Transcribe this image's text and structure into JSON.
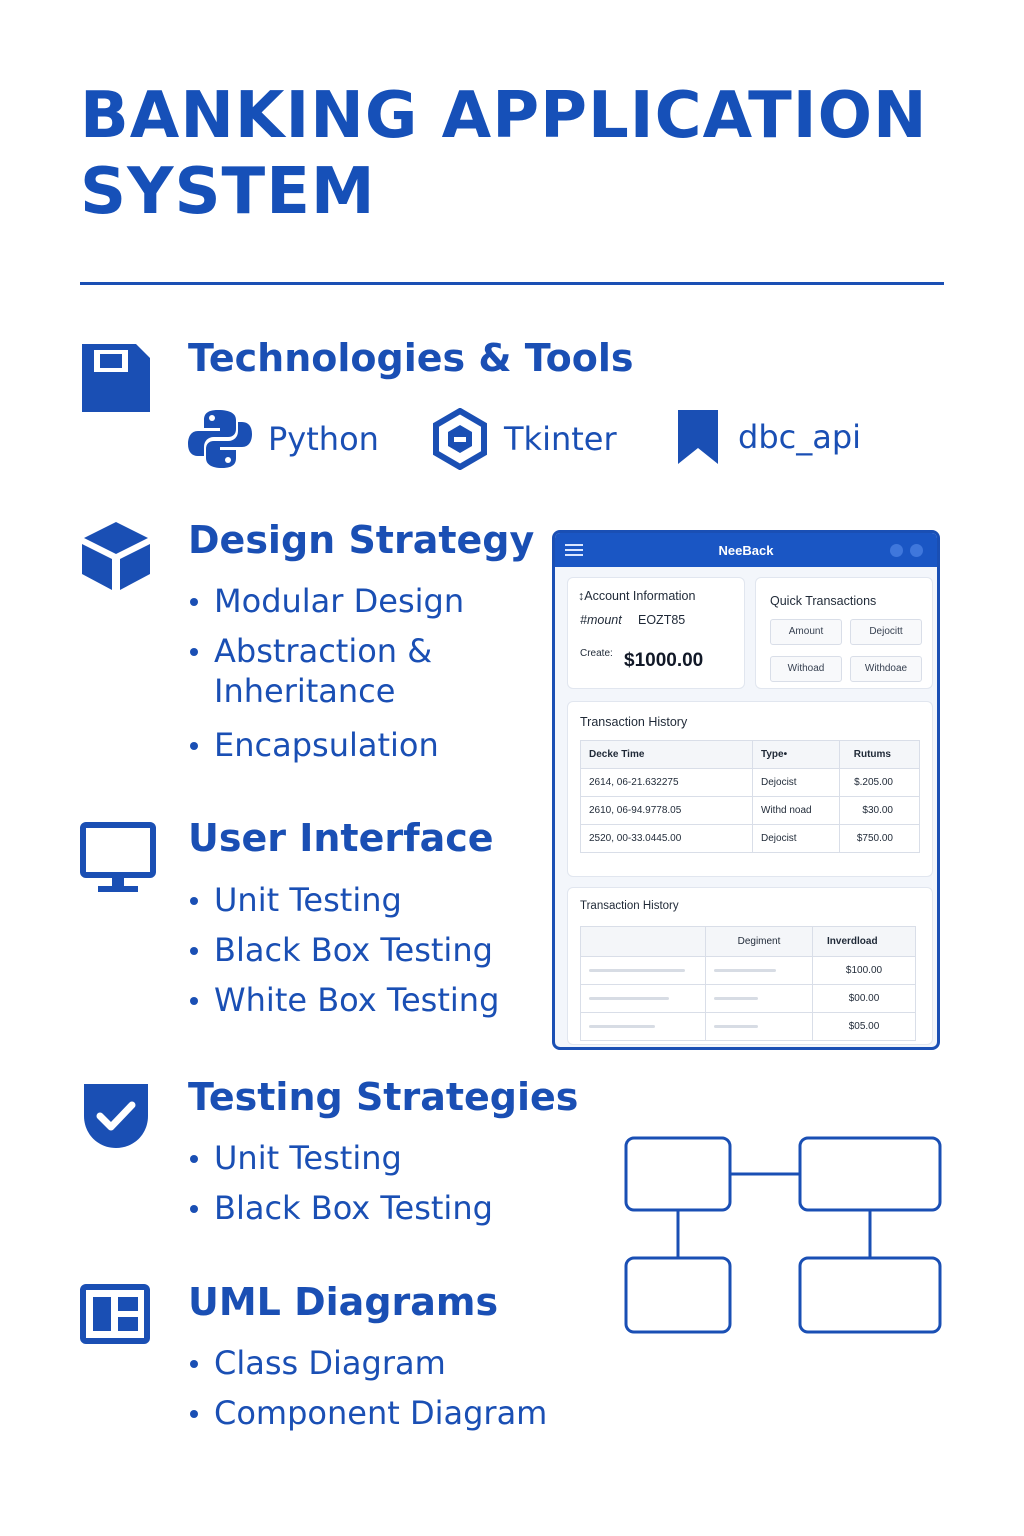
{
  "title": {
    "line1": "BANKING APPLICATION",
    "line2": "SYSTEM"
  },
  "colors": {
    "primary": "#1a4fb4",
    "window_bar": "#1a56c4"
  },
  "sections": {
    "tech": {
      "heading": "Technologies & Tools",
      "icon": "floppy-disk-icon",
      "items": [
        {
          "label": "Python",
          "icon": "python-logo-icon"
        },
        {
          "label": "Tkinter",
          "icon": "tkinter-hex-icon"
        },
        {
          "label": "dbc_api",
          "icon": "bookmark-icon"
        }
      ]
    },
    "design": {
      "heading": "Design Strategy",
      "icon": "cube-icon",
      "items": [
        "Modular Design",
        "Abstraction &",
        "Inheritance",
        "Encapsulation"
      ]
    },
    "ui": {
      "heading": "User Interface",
      "icon": "monitor-icon",
      "items": [
        "Unit Testing",
        "Black Box  Testing",
        "White Box Testing"
      ]
    },
    "testing": {
      "heading": "Testing Strategies",
      "icon": "shield-check-icon",
      "items": [
        "Unit Testing",
        "Black Box  Testing"
      ]
    },
    "uml": {
      "heading": "UML Diagrams",
      "icon": "layout-grid-icon",
      "items": [
        "Class Diagram",
        "Component Diagram"
      ]
    }
  },
  "mock_app": {
    "window_title": "NeeBack",
    "account": {
      "heading": "↕Account Information",
      "field_label": "#mount",
      "field_value": "EOZT85",
      "create_label": "Create:",
      "balance": "$1000.00"
    },
    "quick": {
      "heading": "Quick Transactions",
      "buttons": [
        "Amount",
        "Dejocitt",
        "Withoad",
        "Withdoae"
      ]
    },
    "history1": {
      "heading": "Transaction History",
      "columns": [
        "Decke Time",
        "Type•",
        "Rutums"
      ],
      "rows": [
        [
          "2614, 06-21.632275",
          "Dejocist",
          "$.205.00"
        ],
        [
          "2610, 06-94.9778.05",
          "Withd noad",
          "$30.00"
        ],
        [
          "2520, 00-33.0445.00",
          "Dejocist",
          "$750.00"
        ]
      ]
    },
    "history2": {
      "heading": "Transaction History",
      "columns": [
        "",
        "Degiment",
        "Inverdload"
      ],
      "amounts": [
        "$100.00",
        "$00.00",
        "$05.00"
      ]
    }
  }
}
